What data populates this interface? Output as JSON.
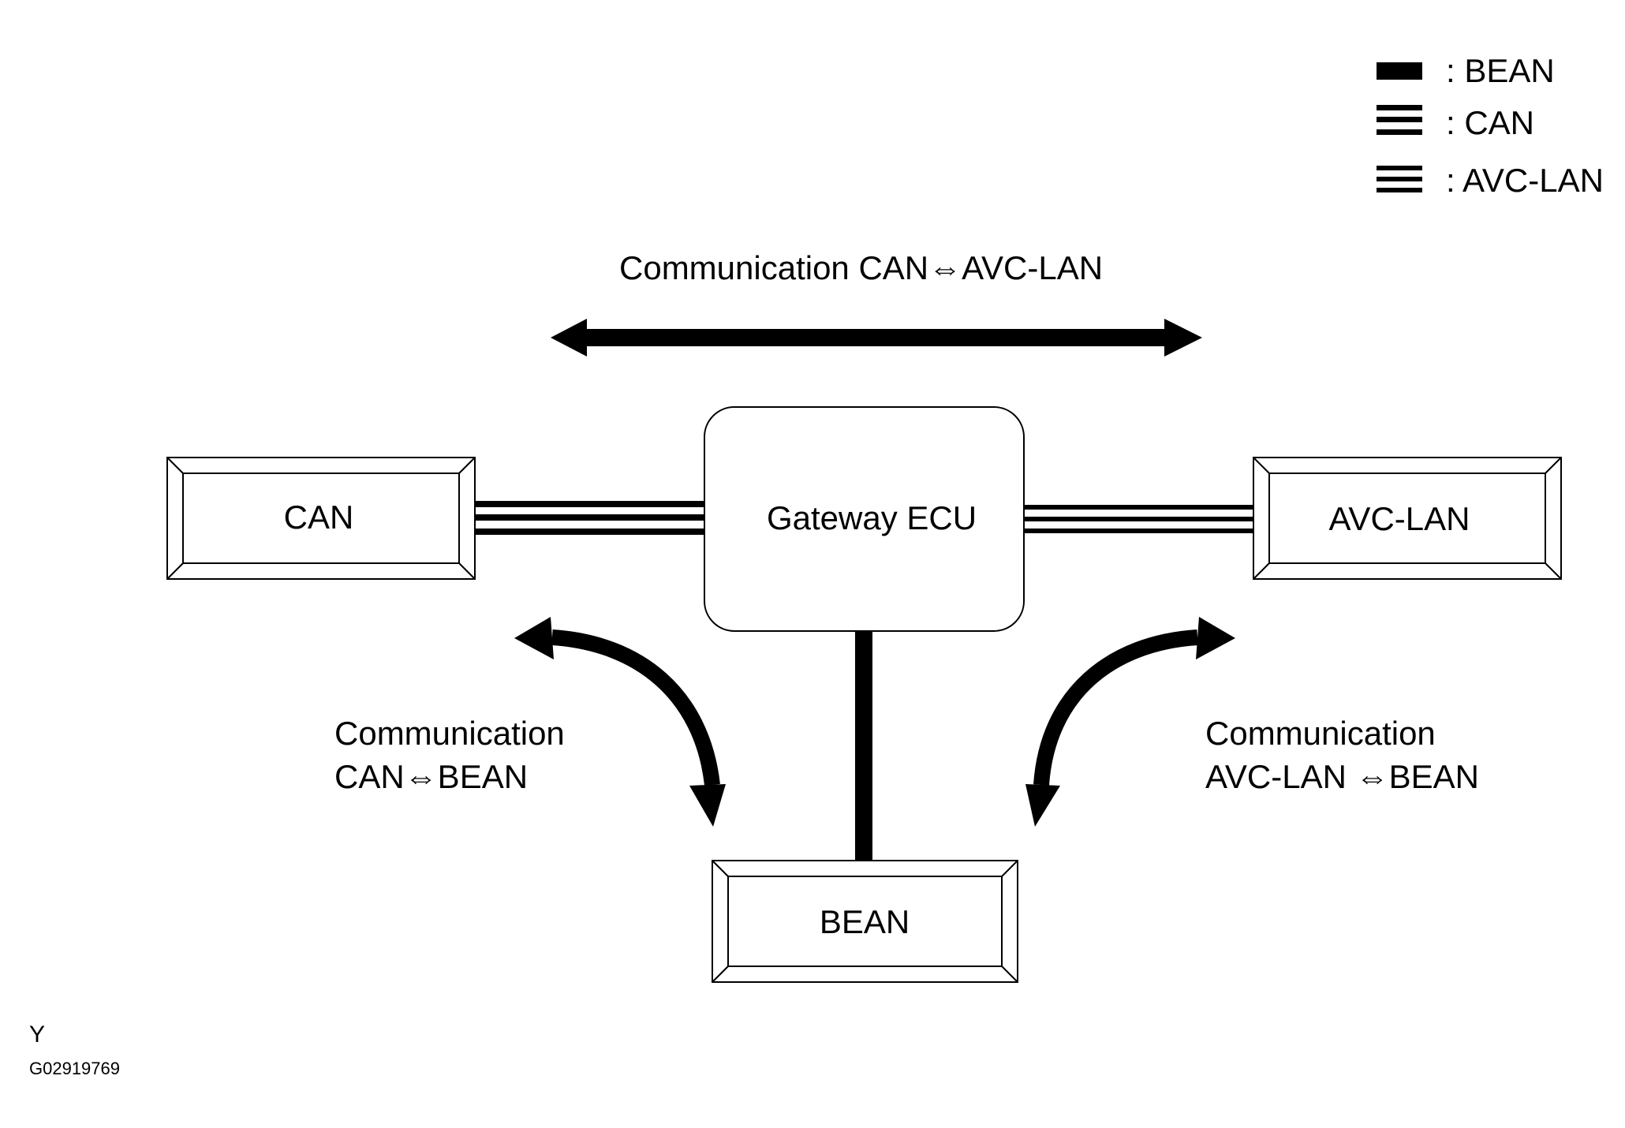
{
  "legend": {
    "bean": ": BEAN",
    "can": ": CAN",
    "avc_lan": ": AVC-LAN"
  },
  "communications": {
    "can_avc": "Communication CAN⇔AVC-LAN",
    "can_bean": {
      "line1": "Communication",
      "line2": "CAN⇔BEAN"
    },
    "avc_bean": {
      "line1": "Communication",
      "line2": "AVC-LAN ⇔BEAN"
    }
  },
  "nodes": {
    "can": "CAN",
    "avc_lan": "AVC-LAN",
    "bean": "BEAN",
    "gateway": "Gateway ECU"
  },
  "footer": {
    "code_letter": "Y",
    "figure_id": "G02919769"
  },
  "colors": {
    "line": "#000000",
    "background": "#ffffff"
  }
}
